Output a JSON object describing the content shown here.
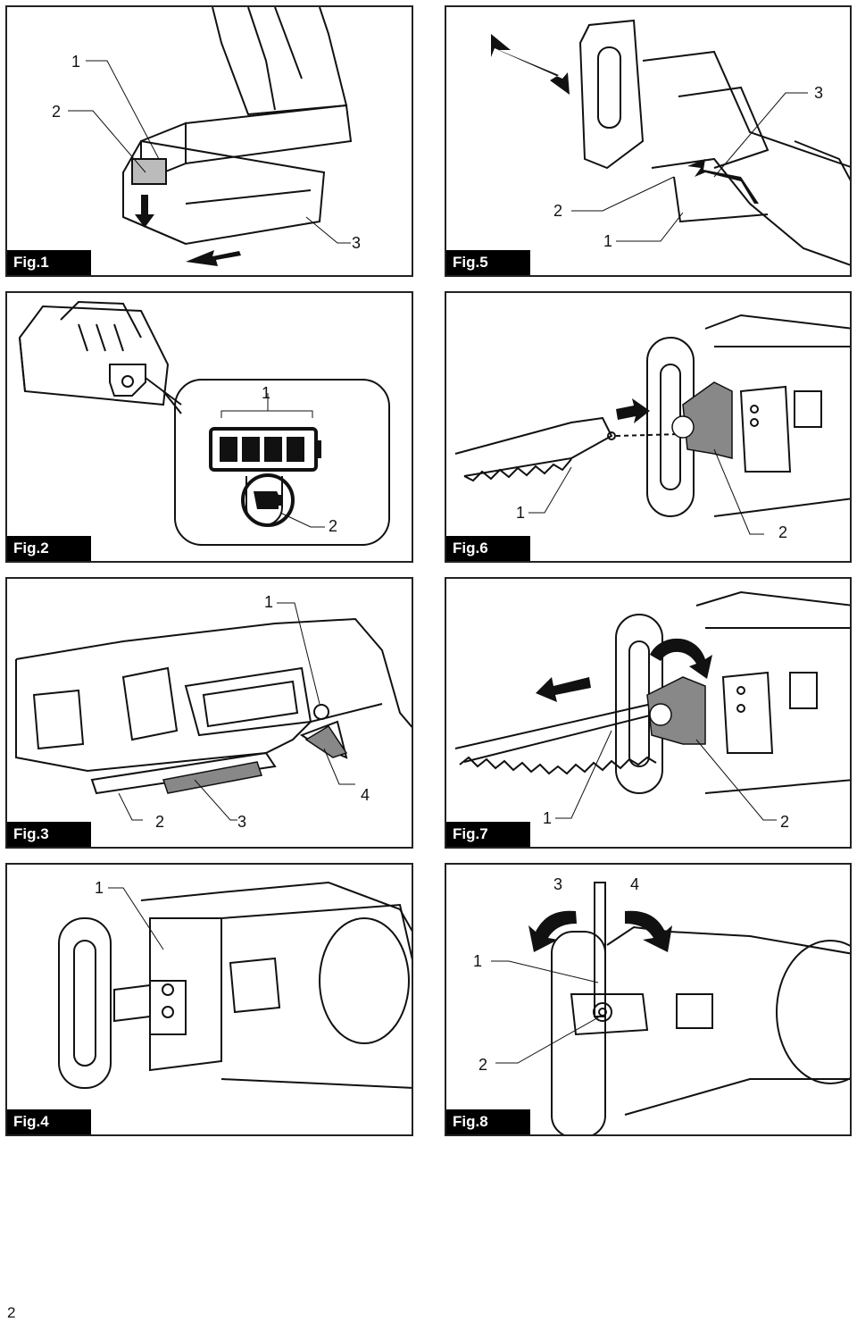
{
  "figures": [
    {
      "label": "Fig.1",
      "callouts": [
        "1",
        "2",
        "3"
      ]
    },
    {
      "label": "Fig.2",
      "callouts": [
        "1",
        "2"
      ]
    },
    {
      "label": "Fig.3",
      "callouts": [
        "1",
        "2",
        "3",
        "4"
      ]
    },
    {
      "label": "Fig.4",
      "callouts": [
        "1"
      ]
    },
    {
      "label": "Fig.5",
      "callouts": [
        "1",
        "2",
        "3"
      ]
    },
    {
      "label": "Fig.6",
      "callouts": [
        "1",
        "2"
      ]
    },
    {
      "label": "Fig.7",
      "callouts": [
        "1",
        "2"
      ]
    },
    {
      "label": "Fig.8",
      "callouts": [
        "1",
        "2",
        "3",
        "4"
      ]
    }
  ],
  "page_number": "2"
}
